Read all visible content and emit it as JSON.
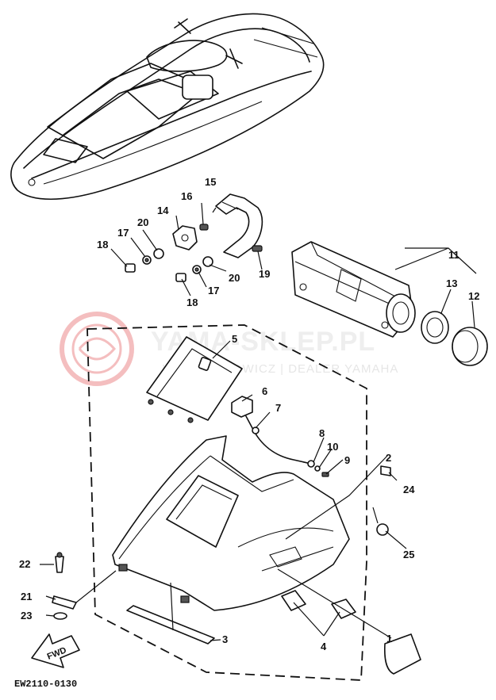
{
  "diagram": {
    "drawing_code": "EW2110-0130",
    "fwd_label": "FWD",
    "watermark": {
      "title": "YAMA-SKLEP.PL",
      "subtitle": "WOJCIECHOWICZ | DEALER YAMAHA",
      "color": "#e0484a"
    },
    "callouts": [
      {
        "id": "c1",
        "label": "1"
      },
      {
        "id": "c2",
        "label": "2"
      },
      {
        "id": "c3",
        "label": "3"
      },
      {
        "id": "c4",
        "label": "4"
      },
      {
        "id": "c5",
        "label": "5"
      },
      {
        "id": "c6",
        "label": "6"
      },
      {
        "id": "c7",
        "label": "7"
      },
      {
        "id": "c8",
        "label": "8"
      },
      {
        "id": "c9",
        "label": "9"
      },
      {
        "id": "c10",
        "label": "10"
      },
      {
        "id": "c11",
        "label": "11"
      },
      {
        "id": "c12",
        "label": "12"
      },
      {
        "id": "c13",
        "label": "13"
      },
      {
        "id": "c14",
        "label": "14"
      },
      {
        "id": "c15",
        "label": "15"
      },
      {
        "id": "c16",
        "label": "16"
      },
      {
        "id": "c17a",
        "label": "17"
      },
      {
        "id": "c17b",
        "label": "17"
      },
      {
        "id": "c18a",
        "label": "18"
      },
      {
        "id": "c18b",
        "label": "18"
      },
      {
        "id": "c19",
        "label": "19"
      },
      {
        "id": "c20a",
        "label": "20"
      },
      {
        "id": "c20b",
        "label": "20"
      },
      {
        "id": "c21",
        "label": "21"
      },
      {
        "id": "c22",
        "label": "22"
      },
      {
        "id": "c23",
        "label": "23"
      },
      {
        "id": "c24",
        "label": "24"
      },
      {
        "id": "c25",
        "label": "25"
      }
    ]
  }
}
